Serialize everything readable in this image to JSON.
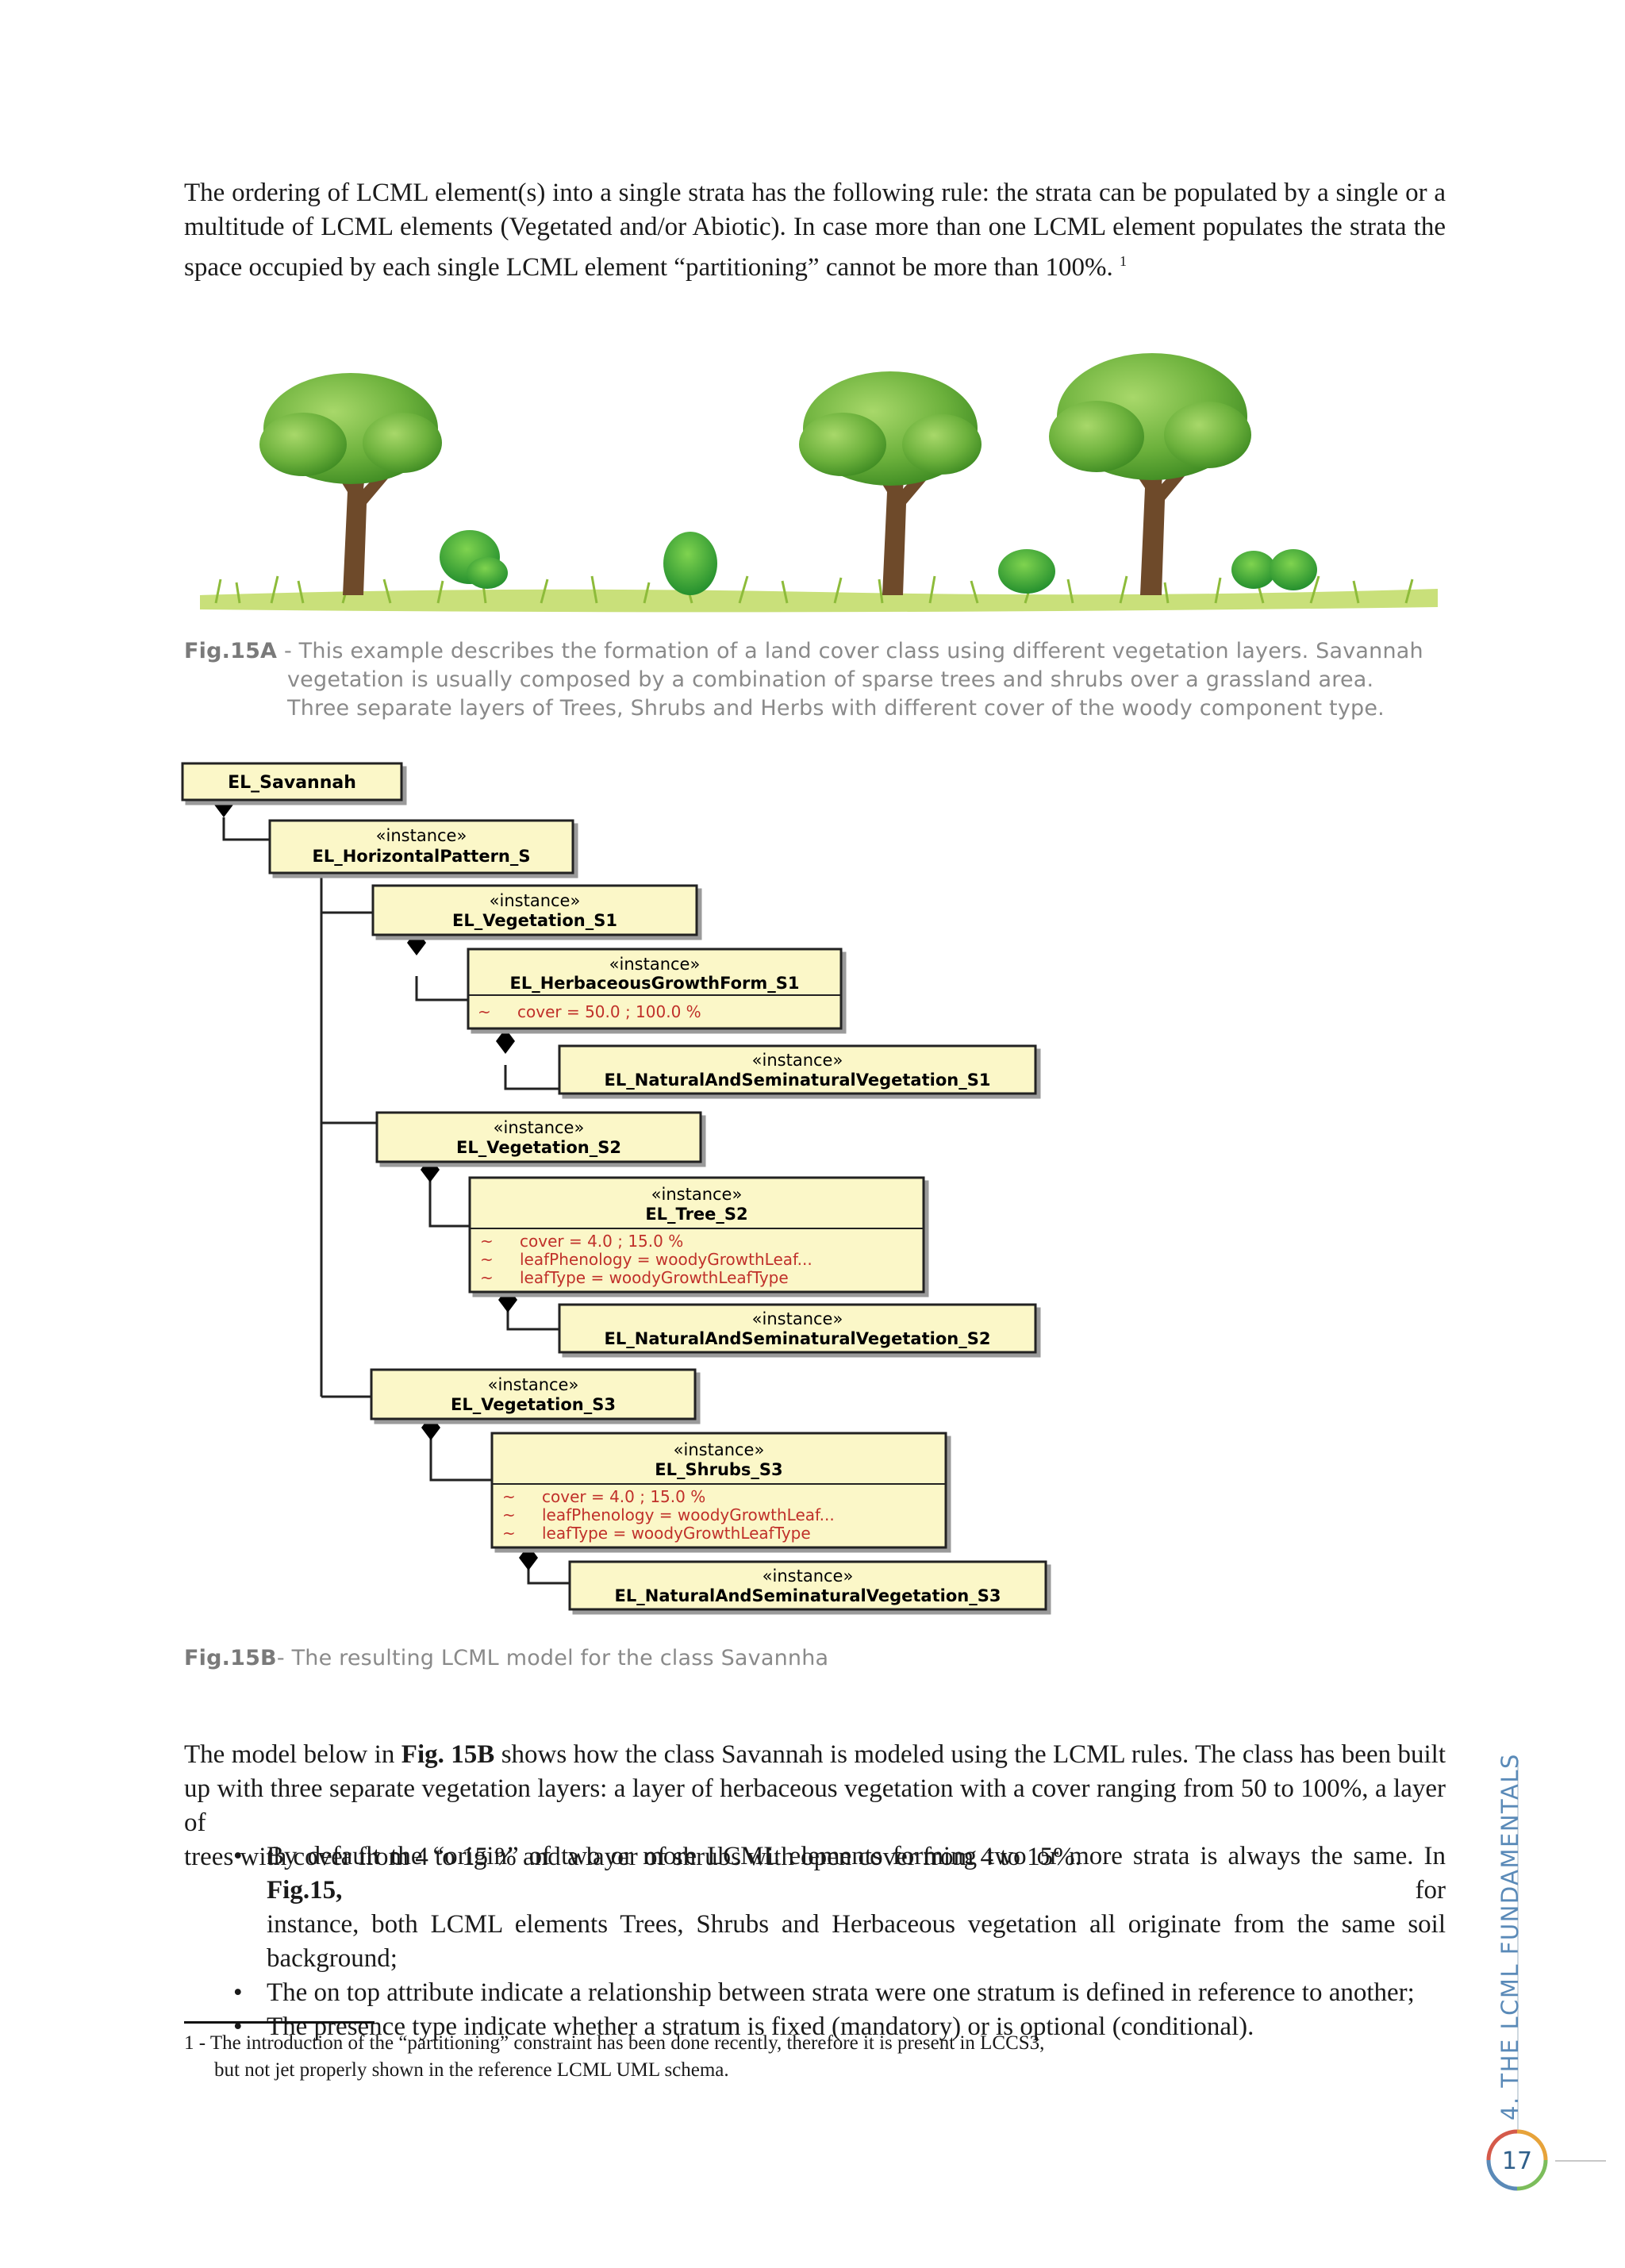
{
  "intro": {
    "lines": [
      "The ordering of LCML element(s) into a single strata has the following rule: the strata can be populated by a single or a",
      "multitude of LCML elements (Vegetated and/or Abiotic). In case more than one LCML element populates the strata the",
      "space occupied by each single LCML element “partitioning” cannot be more than 100%."
    ],
    "footnote_ref": "1"
  },
  "fig15a": {
    "label": "Fig.15A",
    "sep": " - ",
    "lines": [
      "This example describes the formation of a land cover class using different vegetation layers. Savannah",
      "vegetation is usually composed by a combination of sparse trees and shrubs over a grassland area.",
      "Three separate layers of Trees, Shrubs and Herbs with different cover of the woody component type."
    ]
  },
  "uml": {
    "root": "EL_Savannah",
    "stereotype": "«instance»",
    "horizontal": "EL_HorizontalPattern_S",
    "veg_s1": "EL_Vegetation_S1",
    "herb_s1": "EL_HerbaceousGrowthForm_S1",
    "herb_s1_attr": "cover = 50.0 ; 100.0 %",
    "natural_s1": "EL_NaturalAndSeminaturalVegetation_S1",
    "veg_s2": "EL_Vegetation_S2",
    "tree_s2": "EL_Tree_S2",
    "tree_s2_attrs": [
      "cover = 4.0 ; 15.0  %",
      "leafPhenology = woodyGrowthLeaf...",
      "leafType = woodyGrowthLeafType"
    ],
    "natural_s2": "EL_NaturalAndSeminaturalVegetation_S2",
    "veg_s3": "EL_Vegetation_S3",
    "shrubs_s3": "EL_Shrubs_S3",
    "shrubs_s3_attrs": [
      "cover = 4.0 ; 15.0  %",
      "leafPhenology = woodyGrowthLeaf...",
      "leafType = woodyGrowthLeafType"
    ],
    "natural_s3": "EL_NaturalAndSeminaturalVegetation_S3",
    "tilde": "~"
  },
  "fig15b": {
    "label": "Fig.15B",
    "text": "- The resulting LCML model for the class Savannha"
  },
  "body": {
    "lines": [
      [
        "The model below in ",
        "Fig. 15B",
        " shows how the class Savannah is modeled using the LCML rules. The class has been built"
      ],
      "up with three separate vegetation layers: a layer of herbaceous vegetation with a cover ranging from 50 to 100%, a layer of",
      "trees with cover from 4 to 15 % and a layer of shrubs with open cover from 4 to 15%."
    ],
    "bullets": [
      {
        "line1_pre": "By default the “origin” of two or more LCML elements forming two or more strata is always the same. In ",
        "line1_bold": "Fig.15,",
        "line1_post": " for",
        "line2": "instance, both LCML elements Trees, Shrubs and Herbaceous vegetation all originate from the same soil background;"
      },
      {
        "text": "The on top attribute indicate a relationship between strata were one stratum is defined in reference to another;"
      },
      {
        "text": "The presence type indicate whether a stratum is fixed (mandatory) or is optional (conditional)."
      }
    ],
    "bullet_symbol": "•"
  },
  "footnote": {
    "line1": "1 - The introduction of the “partitioning” constraint has been done recently, therefore it is present in LCCS3,",
    "line2": "but not jet properly shown in the reference LCML UML schema."
  },
  "sidebar": {
    "section_title": "4. THE LCML FUNDAMENTALS"
  },
  "page": {
    "number": "17"
  },
  "colors": {
    "uml_box": "#fbf7c8",
    "uml_attr": "#c0302a",
    "caption": "#8a8a8a",
    "section": "#5a8ab8"
  }
}
